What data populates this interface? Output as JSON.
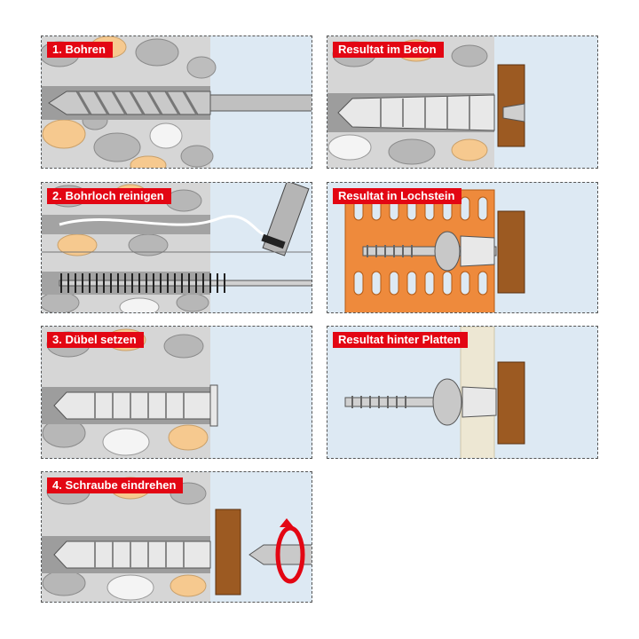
{
  "steps": {
    "drill": "1. Bohren",
    "clean": "2. Bohrloch reinigen",
    "insert": "3. Dübel setzen",
    "screw": "4. Schraube eindrehen"
  },
  "results": {
    "concrete": "Resultat im Beton",
    "brick": "Resultat in Lochstein",
    "plates": "Resultat hinter Platten"
  },
  "colors": {
    "label_bg": "#e30613",
    "label_text": "#ffffff",
    "stone_gray": "#b5b5b5",
    "stone_tan": "#f6c98f",
    "stone_white": "#f4f4f4",
    "concrete_bg": "#d9d9d9",
    "sky": "#e3eef6",
    "brick": "#ee8a3c",
    "wood": "#9c5a22",
    "plaster": "#ede7d3"
  }
}
